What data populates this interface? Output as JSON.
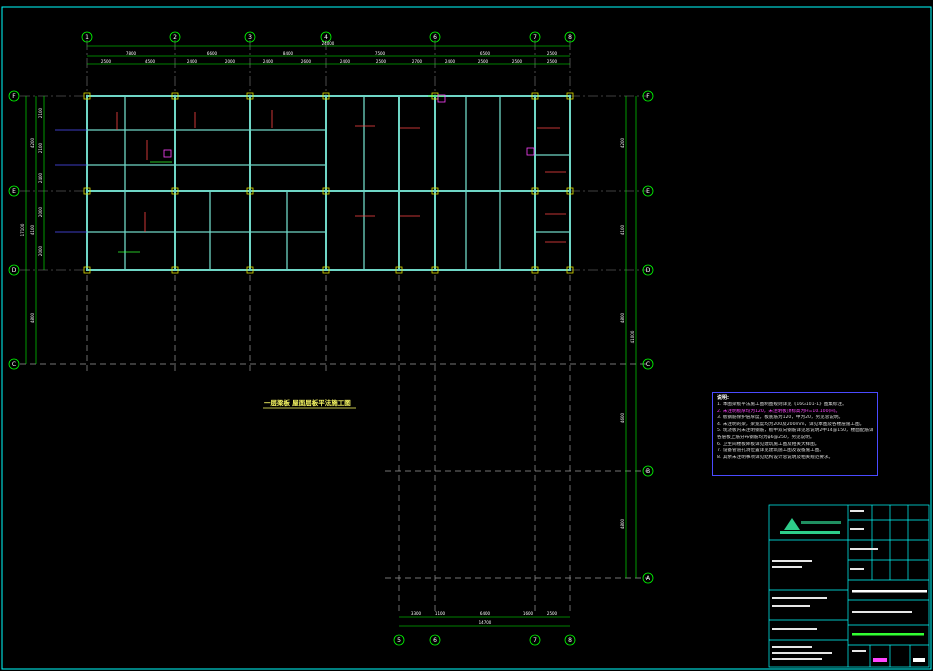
{
  "drawing": {
    "plan_title": "一层梁板 屋面层板平法施工图",
    "frame_color": "#00ffff",
    "structure_color": "#6fd6c6",
    "axis_color": "#00ff00",
    "dim_color": "#00ff00",
    "annotation_color": "#ff4444",
    "background": "#000000"
  },
  "top_axes": {
    "labels": [
      "1",
      "2",
      "3",
      "4",
      "6",
      "7",
      "8"
    ],
    "overall_dim": "24000",
    "span_dims": [
      "7800",
      "6600",
      "8400",
      "7500",
      "6500",
      "2500"
    ],
    "sub_dims": [
      "2500",
      "4500",
      "2400",
      "2000",
      "2400",
      "2600",
      "2400",
      "2500",
      "2700",
      "2400",
      "2500",
      "2500",
      "2500"
    ]
  },
  "left_axes": {
    "labels": [
      "F",
      "E",
      "D",
      "C"
    ],
    "span_dims": [
      "4200",
      "4100",
      "4800"
    ],
    "overall_dim": "17100",
    "sub_dims": [
      "2100",
      "2100",
      "2400",
      "2000",
      "2000"
    ]
  },
  "right_axes": {
    "labels": [
      "F",
      "E",
      "D",
      "C",
      "B",
      "A"
    ],
    "span_dims": [
      "4200",
      "4100",
      "4800",
      "4600",
      "4800"
    ],
    "overall_dim": "41000"
  },
  "bottom_axes": {
    "labels": [
      "5",
      "6",
      "7",
      "8"
    ],
    "span_dims": [
      "3300",
      "1100",
      "6400",
      "1600",
      "2500"
    ],
    "overall_dim": "14700"
  },
  "notes": {
    "title": "说明:",
    "items": [
      "1. 本图梁板平法施工图制图规则详见《16G101-1》图集标注。",
      "2. 未注明板厚均为120，未注明板顶标高为H=10.100(H)。",
      "3. 板钢筋保护层厚度，板底筋为120，中为20，另见总说明。",
      "4. 未注明的梁，梁宽度均为200及200mm，详见本图及各楼层施工图。",
      "5. 现浇板内未注明钢筋，板中双向钢筋详见总说明2中14@150，楼面配筋详见说明。",
      "   各层板上筋分布钢筋均为φ6@250，另见说明。",
      "6. 卫生间楼板降板详见建筑施工图及相关大样图。",
      "7. 设备管道孔洞位置详见建筑施工图及设备施工图。",
      "8. 其余未注明事项详见结构设计总说明及相关规范要求。"
    ]
  }
}
